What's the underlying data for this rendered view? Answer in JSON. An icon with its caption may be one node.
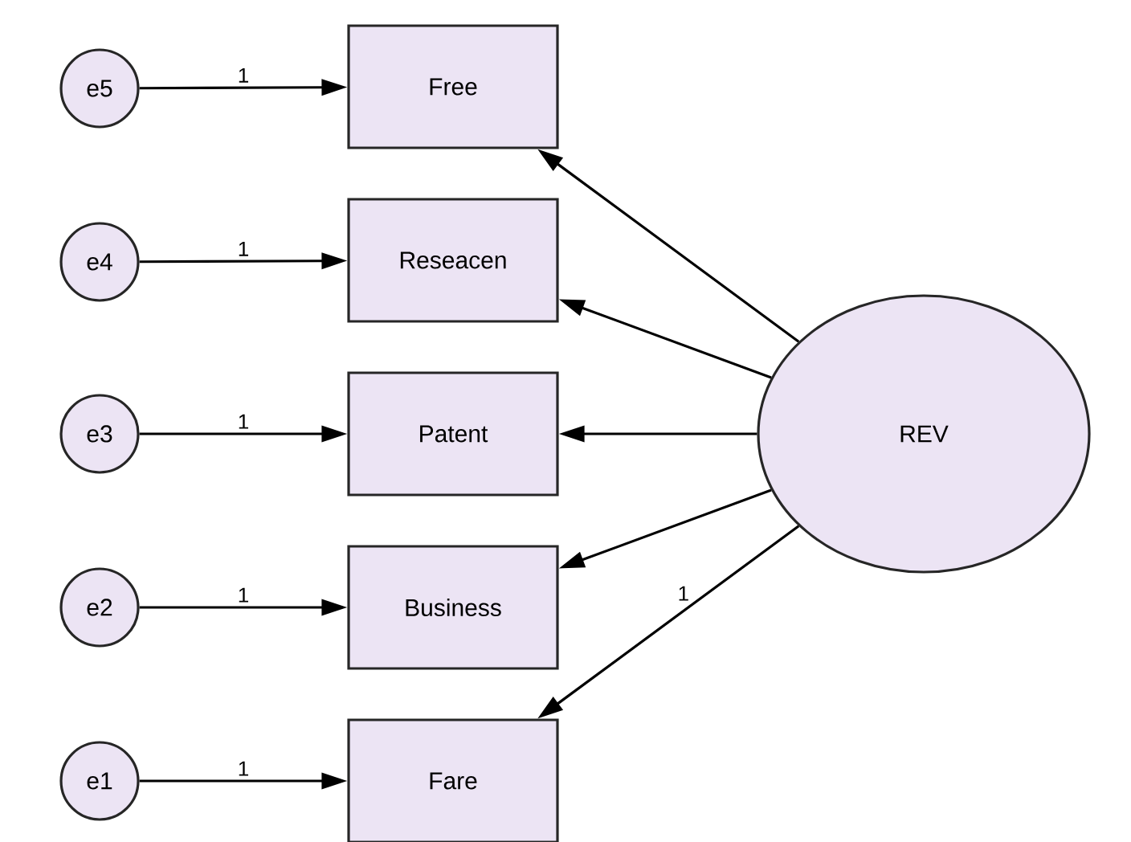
{
  "diagram": {
    "nodes": [
      {
        "text": [
          "e5"
        ]
      },
      {
        "text": [
          "Free"
        ]
      },
      {
        "text": [
          "e4"
        ]
      },
      {
        "text": [
          "Reseacen"
        ]
      },
      {
        "text": [
          "e3"
        ]
      },
      {
        "text": [
          "Patent"
        ]
      },
      {
        "text": [
          "REV"
        ]
      },
      {
        "text": [
          "e2"
        ]
      },
      {
        "text": [
          "Business"
        ]
      },
      {
        "text": [
          "e1"
        ]
      },
      {
        "text": [
          "Fare"
        ]
      }
    ],
    "edges": [
      {
        "from": 0,
        "to": 1,
        "arrow": "to",
        "label": "1"
      },
      {
        "from": 2,
        "to": 3,
        "arrow": "to",
        "label": "1"
      },
      {
        "from": 4,
        "to": 5,
        "arrow": "to",
        "label": "1"
      },
      {
        "from": 7,
        "to": 8,
        "arrow": "to",
        "label": "1"
      },
      {
        "from": 9,
        "to": 10,
        "arrow": "to",
        "label": "1"
      },
      {
        "from": 6,
        "to": 1,
        "arrow": "to"
      },
      {
        "from": 6,
        "to": 3,
        "arrow": "to"
      },
      {
        "from": 6,
        "to": 5,
        "arrow": "to"
      },
      {
        "from": 6,
        "to": 8,
        "arrow": "to"
      },
      {
        "from": 6,
        "to": 10,
        "arrow": "to",
        "label": "1"
      }
    ]
  }
}
